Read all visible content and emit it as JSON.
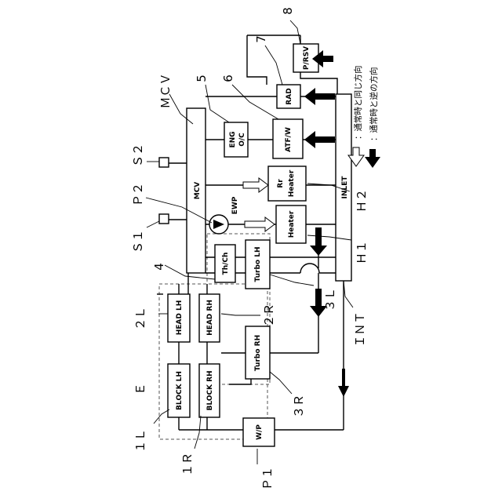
{
  "blocks": {
    "mcv": "MCV",
    "inlet": "INLET",
    "ewp": "EWP",
    "rr_heater_1": "Rr",
    "rr_heater_2": "Heater",
    "heater": "Heater",
    "eng_oc_1": "ENG",
    "eng_oc_2": "O/C",
    "atf_w": "ATF/W",
    "rad": "RAD",
    "p_rsv": "P/RSV",
    "th_ch": "Th/Ch",
    "turbo_lh": "Turbo LH",
    "turbo_rh": "Turbo RH",
    "head_lh": "HEAD LH",
    "head_rh": "HEAD RH",
    "block_lh": "BLOCK LH",
    "block_rh": "BLOCK RH",
    "w_p": "W/P"
  },
  "refs": {
    "n8": "8",
    "n7": "7",
    "n6": "6",
    "n5": "5",
    "n4": "4",
    "mcv_label": "ＭＣＶ",
    "s2": "Ｓ２",
    "p2": "Ｐ２",
    "s1": "Ｓ１",
    "h2": "Ｈ２",
    "h1": "Ｈ１",
    "l3": "３Ｌ",
    "int_label": "ＩＮＴ",
    "l2": "２Ｌ",
    "r2": "２Ｒ",
    "e": "Ｅ",
    "r3": "３Ｒ",
    "l1": "１Ｌ",
    "r1": "１Ｒ",
    "p1": "Ｐ１"
  },
  "legend": {
    "same_direction": "：通常時と同じ方向",
    "reverse_direction": "：通常時と逆の方向"
  }
}
